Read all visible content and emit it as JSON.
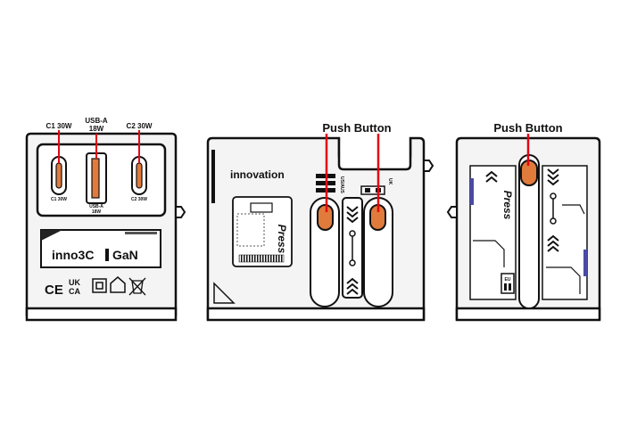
{
  "colors": {
    "callout_line": "#e30613",
    "button_fill": "#e07b3c",
    "outline": "#111111",
    "body_fill": "#f4f4f4",
    "panel_fill": "#ffffff",
    "accent_blue": "#4a4aa8"
  },
  "left_view": {
    "labels": {
      "c1_top": "C1 30W",
      "usba_top_1": "USB-A",
      "usba_top_2": "18W",
      "c2_top": "C2 30W",
      "c1_port": "C1 30W",
      "usba_port_1": "USB-A",
      "usba_port_2": "18W",
      "c2_port": "C2 30W"
    },
    "brand": "inno3C",
    "tech": "GaN",
    "certifications": [
      "CE",
      "UK CA",
      "double-insulation",
      "home-use",
      "weee-bin"
    ]
  },
  "middle_view": {
    "callout": "Push Button",
    "brand": "innovation",
    "press_label": "Press",
    "region_us": "US/AUS",
    "region_uk": "UK"
  },
  "right_view": {
    "callout": "Push Button",
    "press_label": "Press",
    "region_eu": "EU"
  }
}
